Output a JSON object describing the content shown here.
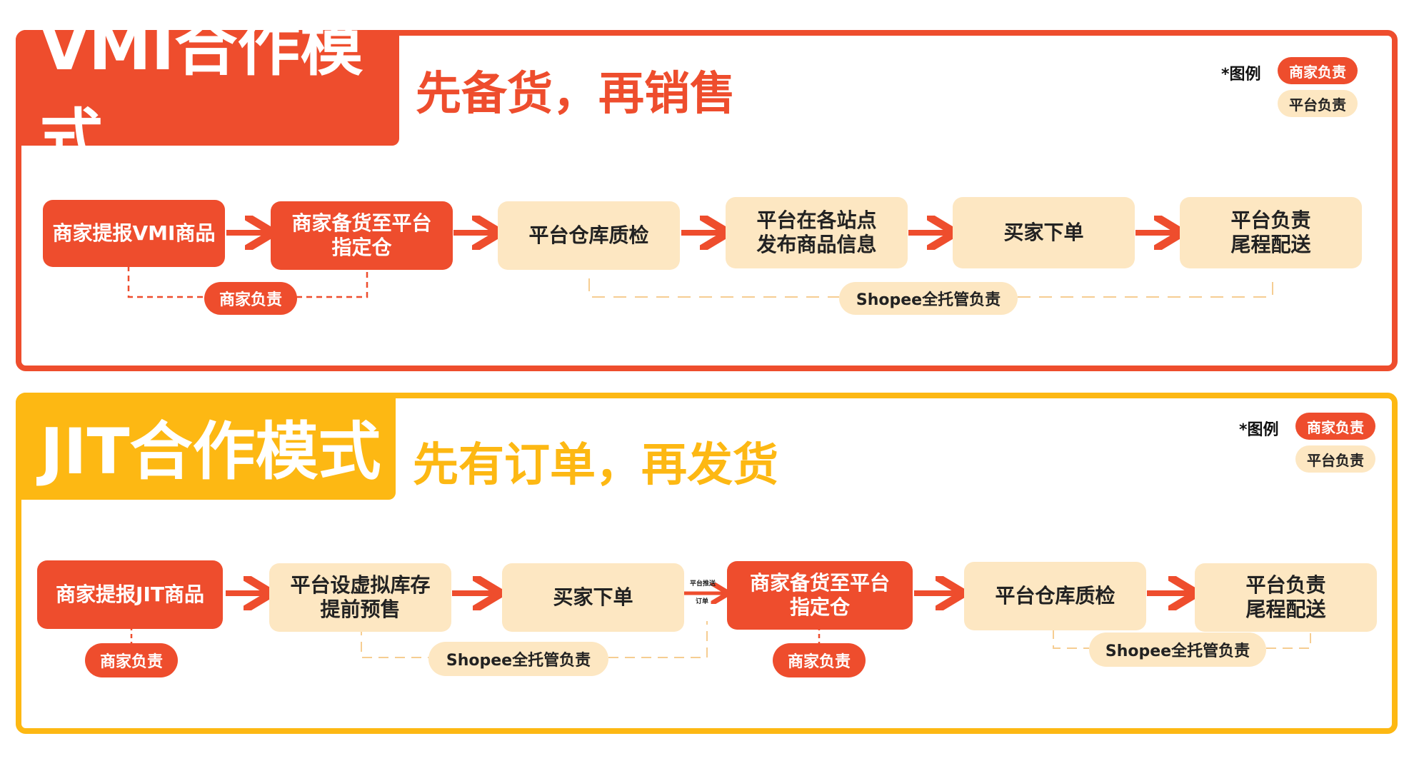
{
  "vmi": {
    "title": "VMI合作模式",
    "subtitle": "先备货，再销售",
    "legend": {
      "label": "*图例",
      "merchant": "商家负责",
      "platform": "平台负责"
    },
    "steps": [
      "商家提报VMI商品",
      "商家备货至平台\n指定仓",
      "平台仓库质检",
      "平台在各站点\n发布商品信息",
      "买家下单",
      "平台负责\n尾程配送"
    ],
    "badges": {
      "merchant": "商家负责",
      "shopee": "Shopee全托管负责"
    }
  },
  "jit": {
    "title": "JIT合作模式",
    "subtitle": "先有订单，再发货",
    "legend": {
      "label": "*图例",
      "merchant": "商家负责",
      "platform": "平台负责"
    },
    "steps": [
      "商家提报JIT商品",
      "平台设虚拟库存\n提前预售",
      "买家下单",
      "商家备货至平台\n指定仓",
      "平台仓库质检",
      "平台负责\n尾程配送"
    ],
    "push_label": [
      "平台推送",
      "订单"
    ],
    "badges": {
      "merchant_1": "商家负责",
      "shopee_1": "Shopee全托管负责",
      "merchant_2": "商家负责",
      "shopee_2": "Shopee全托管负责"
    }
  },
  "colors": {
    "merchant": "#ee4d2d",
    "platform": "#fde7c2",
    "jit_accent": "#fdb813"
  }
}
